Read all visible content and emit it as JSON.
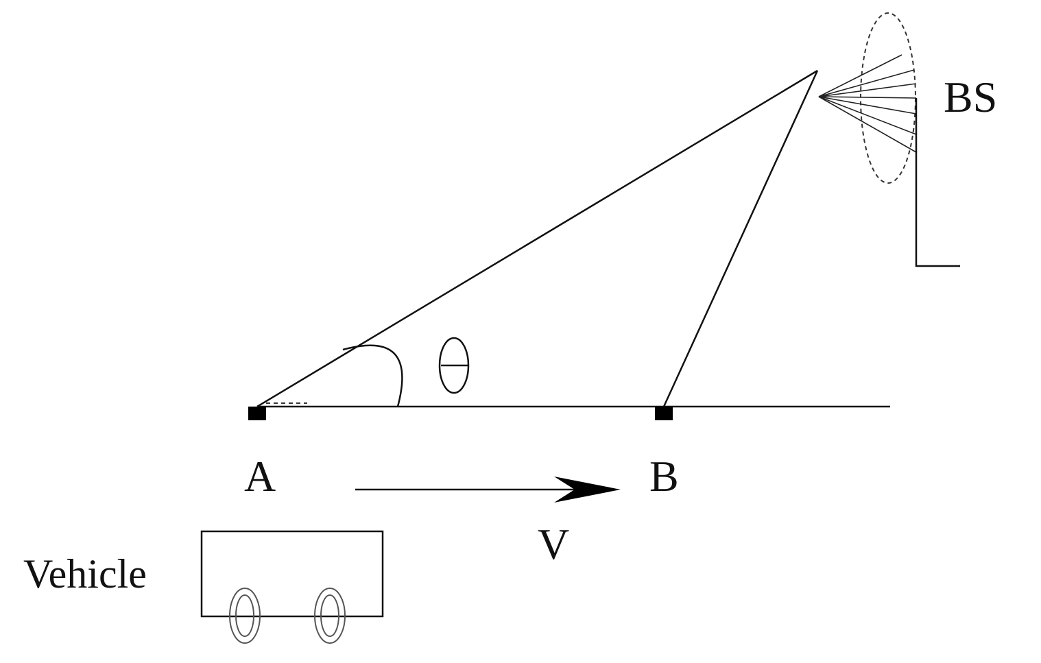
{
  "labels": {
    "point_a": "A",
    "point_b": "B",
    "base_station": "BS",
    "velocity": "V",
    "vehicle": "Vehicle",
    "angle": "Θ"
  },
  "colors": {
    "ink": "#111111",
    "background": "#ffffff"
  }
}
